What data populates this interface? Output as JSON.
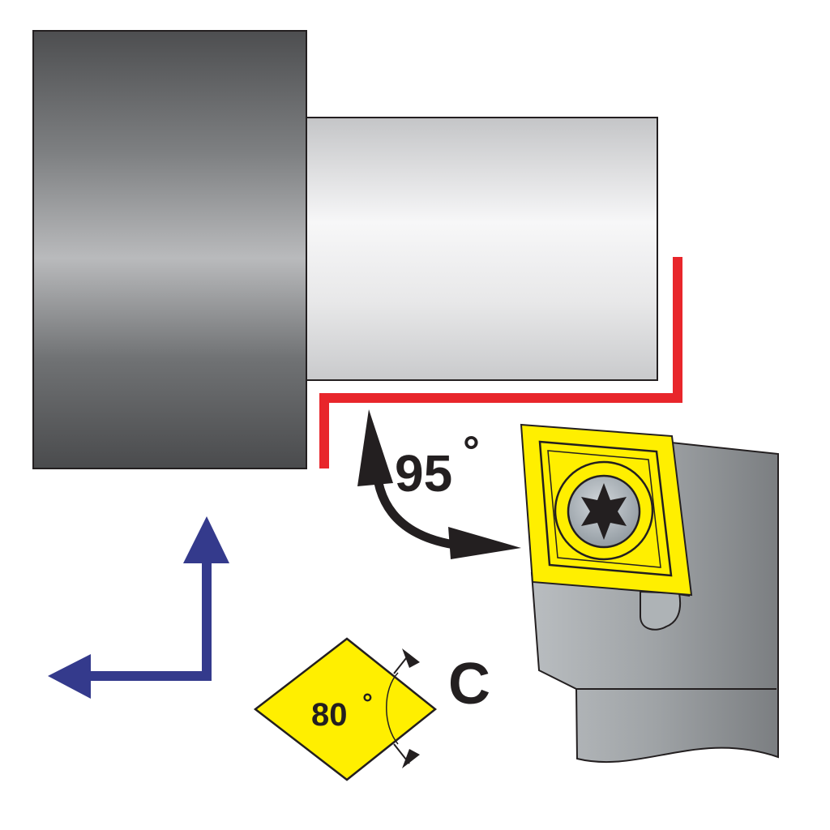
{
  "angles": {
    "approach_angle": "95",
    "approach_degree": "°",
    "insert_angle": "80",
    "insert_degree": "°"
  },
  "insert_shape": {
    "code": "C"
  },
  "colors": {
    "workpiece_dark": "#5d5e60",
    "workpiece_light": "#f2f2f3",
    "toolpath": "#e8262b",
    "insert_fill": "#ffef00",
    "holder": "#8a8d90",
    "axis_arrows": "#343a8c",
    "outline": "#231f20",
    "screw": "#a9b1b8"
  },
  "icons": {
    "screw": "torx-screw-icon",
    "rotation_arrow": "curved-double-arrow-icon",
    "axes": "axis-arrows-icon"
  }
}
